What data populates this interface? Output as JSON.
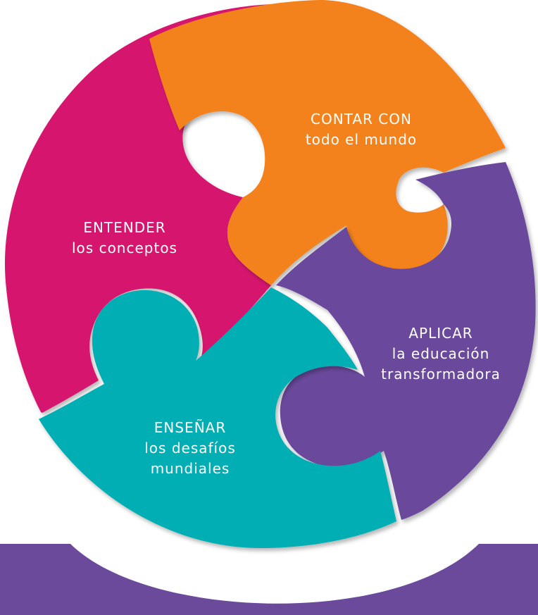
{
  "colors": {
    "background": "#ffffff",
    "orange": "#f4821f",
    "purple": "#6b4a9c",
    "teal": "#00aeb3",
    "magenta": "#d6156e",
    "bottom_band": "#6b4a9c"
  },
  "pieces": {
    "contar": {
      "line1": "CONTAR CON",
      "line2": "todo el mundo"
    },
    "entender": {
      "line1": "ENTENDER",
      "line2": "los conceptos"
    },
    "aplicar": {
      "line1": "APLICAR",
      "line2": "la educación",
      "line3": "transformadora"
    },
    "ensenar": {
      "line1": "ENSEÑAR",
      "line2": "los desafíos",
      "line3": "mundiales"
    }
  }
}
